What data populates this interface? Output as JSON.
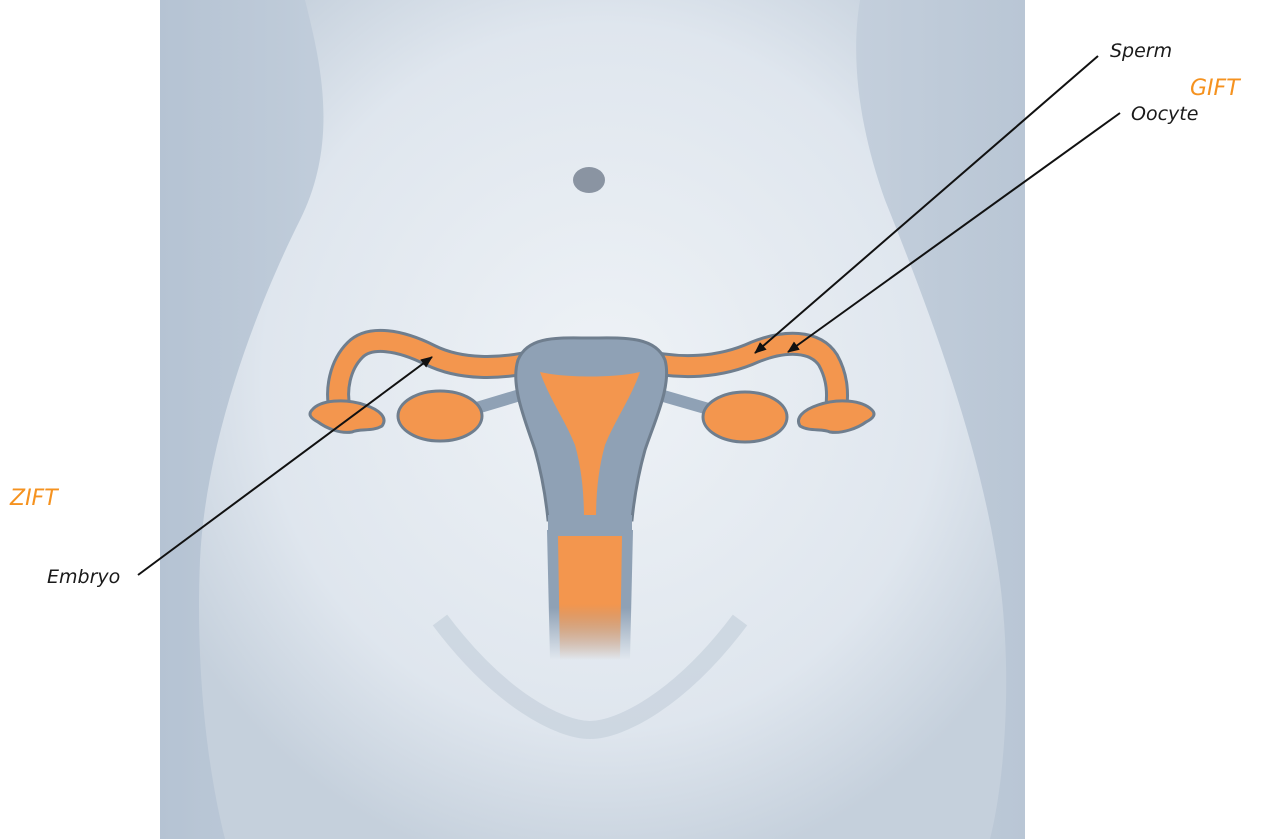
{
  "labels": {
    "sperm": "Sperm",
    "oocyte": "Oocyte",
    "embryo": "Embryo",
    "gift": "GIFT",
    "zift": "ZIFT"
  },
  "colors": {
    "accent_orange": "#F5921F",
    "tissue_orange": "#F3964E",
    "tissue_gray": "#8FA1B5",
    "outline": "#6F7E8E",
    "body_light": "#E6ECF2",
    "body_shadow": "#93A3B7"
  }
}
